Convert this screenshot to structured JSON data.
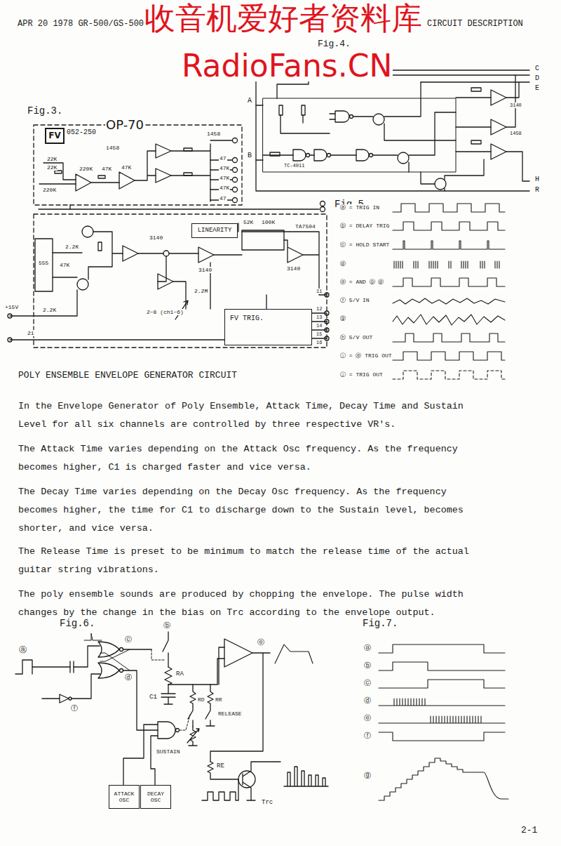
{
  "diagram": {
    "nodes": [
      {
        "text": [
          "FV"
        ]
      },
      {
        "text": [
          "LINEARITY"
        ]
      },
      {
        "text": [
          "FV TRIG."
        ]
      },
      {
        "text": [
          "ATTACK OSC"
        ]
      },
      {
        "text": [
          "DECAY OSC"
        ]
      }
    ],
    "labels": [
      "APR 20 1978 GR-500/GS-500",
      "CIRCUIT DESCRIPTION",
      "收音机爱好者资料库",
      "RadioFans.CN",
      "Fig.4.",
      "Fig.3.",
      "Fig.5",
      "POLY ENSEMBLE ENVELOPE GENERATOR CIRCUIT",
      "In the Envelope Generator of Poly Ensemble, Attack Time, Decay Time and Sustain Level for all six channels are controlled by three respective VR's.",
      "The Attack Time varies depending on the Attack Osc frequency. As the frequency becomes higher, C1 is charged faster and vice versa.",
      "The Decay Time varies depending on the Decay Osc frequency. As the frequency becomes higher, the time for C1 to discharge down to the Sustain level, becomes shorter, and vice versa.",
      "The Release Time is preset to be minimum to match the release time of the actual guitar string vibrations.",
      "The poly ensemble sounds are produced by chopping the envelope. The pulse width changes by the change in the bias on Trc according to the envelope output.",
      "Fig.6.",
      "Fig.7.",
      "2-1",
      "052-250",
      "OP-70",
      "1458",
      "1458",
      "22K",
      "22K",
      "220K",
      "220K",
      "47K",
      "47K",
      "47",
      "47K",
      "47K",
      "47K",
      "47",
      "555",
      "2.2K",
      "47K",
      "3140",
      "3140",
      "3140",
      "TA7504",
      "52K",
      "100K",
      "2.2M",
      "2~8 (ch1~6)",
      "2.2K",
      "+15V",
      "21",
      "11",
      "12",
      "13",
      "14",
      "15",
      "16",
      "A",
      "B",
      "C",
      "D",
      "E",
      "H",
      "R",
      "TC-4011",
      "3140",
      "1458",
      "ⓐ = TRIG IN",
      "ⓑ = DELAY TRIG",
      "ⓒ = HOLD START",
      "ⓓ",
      "ⓔ = AND ⓑ ⓓ",
      "ⓕ 5/V IN",
      "ⓖ",
      "ⓗ 5/V OUT",
      "ⓘ = ⓔ TRIG OUT",
      "ⓙ = TRIG OUT",
      "ⓐ",
      "ⓒ",
      "ⓓ",
      "ⓕ",
      "ⓑ",
      "ⓔ",
      "RA",
      "C1",
      "RD",
      "RR",
      "RELEASE",
      "SUSTAIN",
      "RE",
      "Trc",
      "ⓐ",
      "ⓑ",
      "ⓒ",
      "ⓓ",
      "ⓔ",
      "ⓕ",
      "ⓖ"
    ]
  }
}
